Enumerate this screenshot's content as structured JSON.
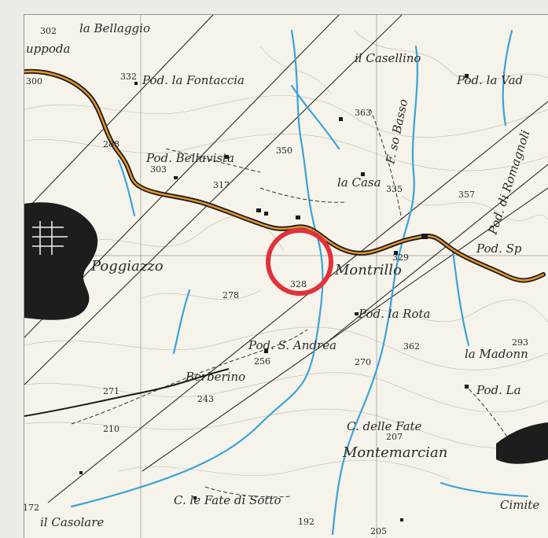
{
  "map": {
    "labels": {
      "cuppoda_top": "uppoda",
      "bellaggio": "la Bellaggio",
      "fontaccia": "Pod. la Fontaccia",
      "casellino": "il Casellino",
      "la_vad": "Pod. la Vad",
      "bellavista": "Pod. Bellavista",
      "la_casa": "la Casa",
      "fosso": "F. so Basso",
      "romagnoli": "Pod. di Romagnoli",
      "montrillo": "Montrillo",
      "poggiaccio": "Poggiazzo",
      "pod_sp": "Pod. Sp",
      "la_rota": "Pod. la Rota",
      "s_andrea": "Pod. S. Andrea",
      "la_madonna": "la Madonn",
      "berberino": "Berberino",
      "pod_la": "Pod. La",
      "delle_fate": "C. delle Fate",
      "montemarciano": "Montemarcian",
      "fate_sotto": "C. le Fate di Sotto",
      "casolare": "il Casolare",
      "cimitero": "Cimite"
    },
    "elevations": [
      "302",
      "300",
      "332",
      "288",
      "303",
      "317",
      "350",
      "335",
      "357",
      "329",
      "278",
      "328",
      "363",
      "362",
      "293",
      "256",
      "270",
      "243",
      "271",
      "210",
      "207",
      "192",
      "172",
      "205"
    ],
    "colors": {
      "road": "#e9962c",
      "road_edge": "#1b1b1b",
      "river": "#3aa3d8",
      "marker": "#e0323c",
      "ink": "#2a2a2a",
      "paper": "#f6f3ea"
    },
    "marker_label": "Location circle"
  }
}
